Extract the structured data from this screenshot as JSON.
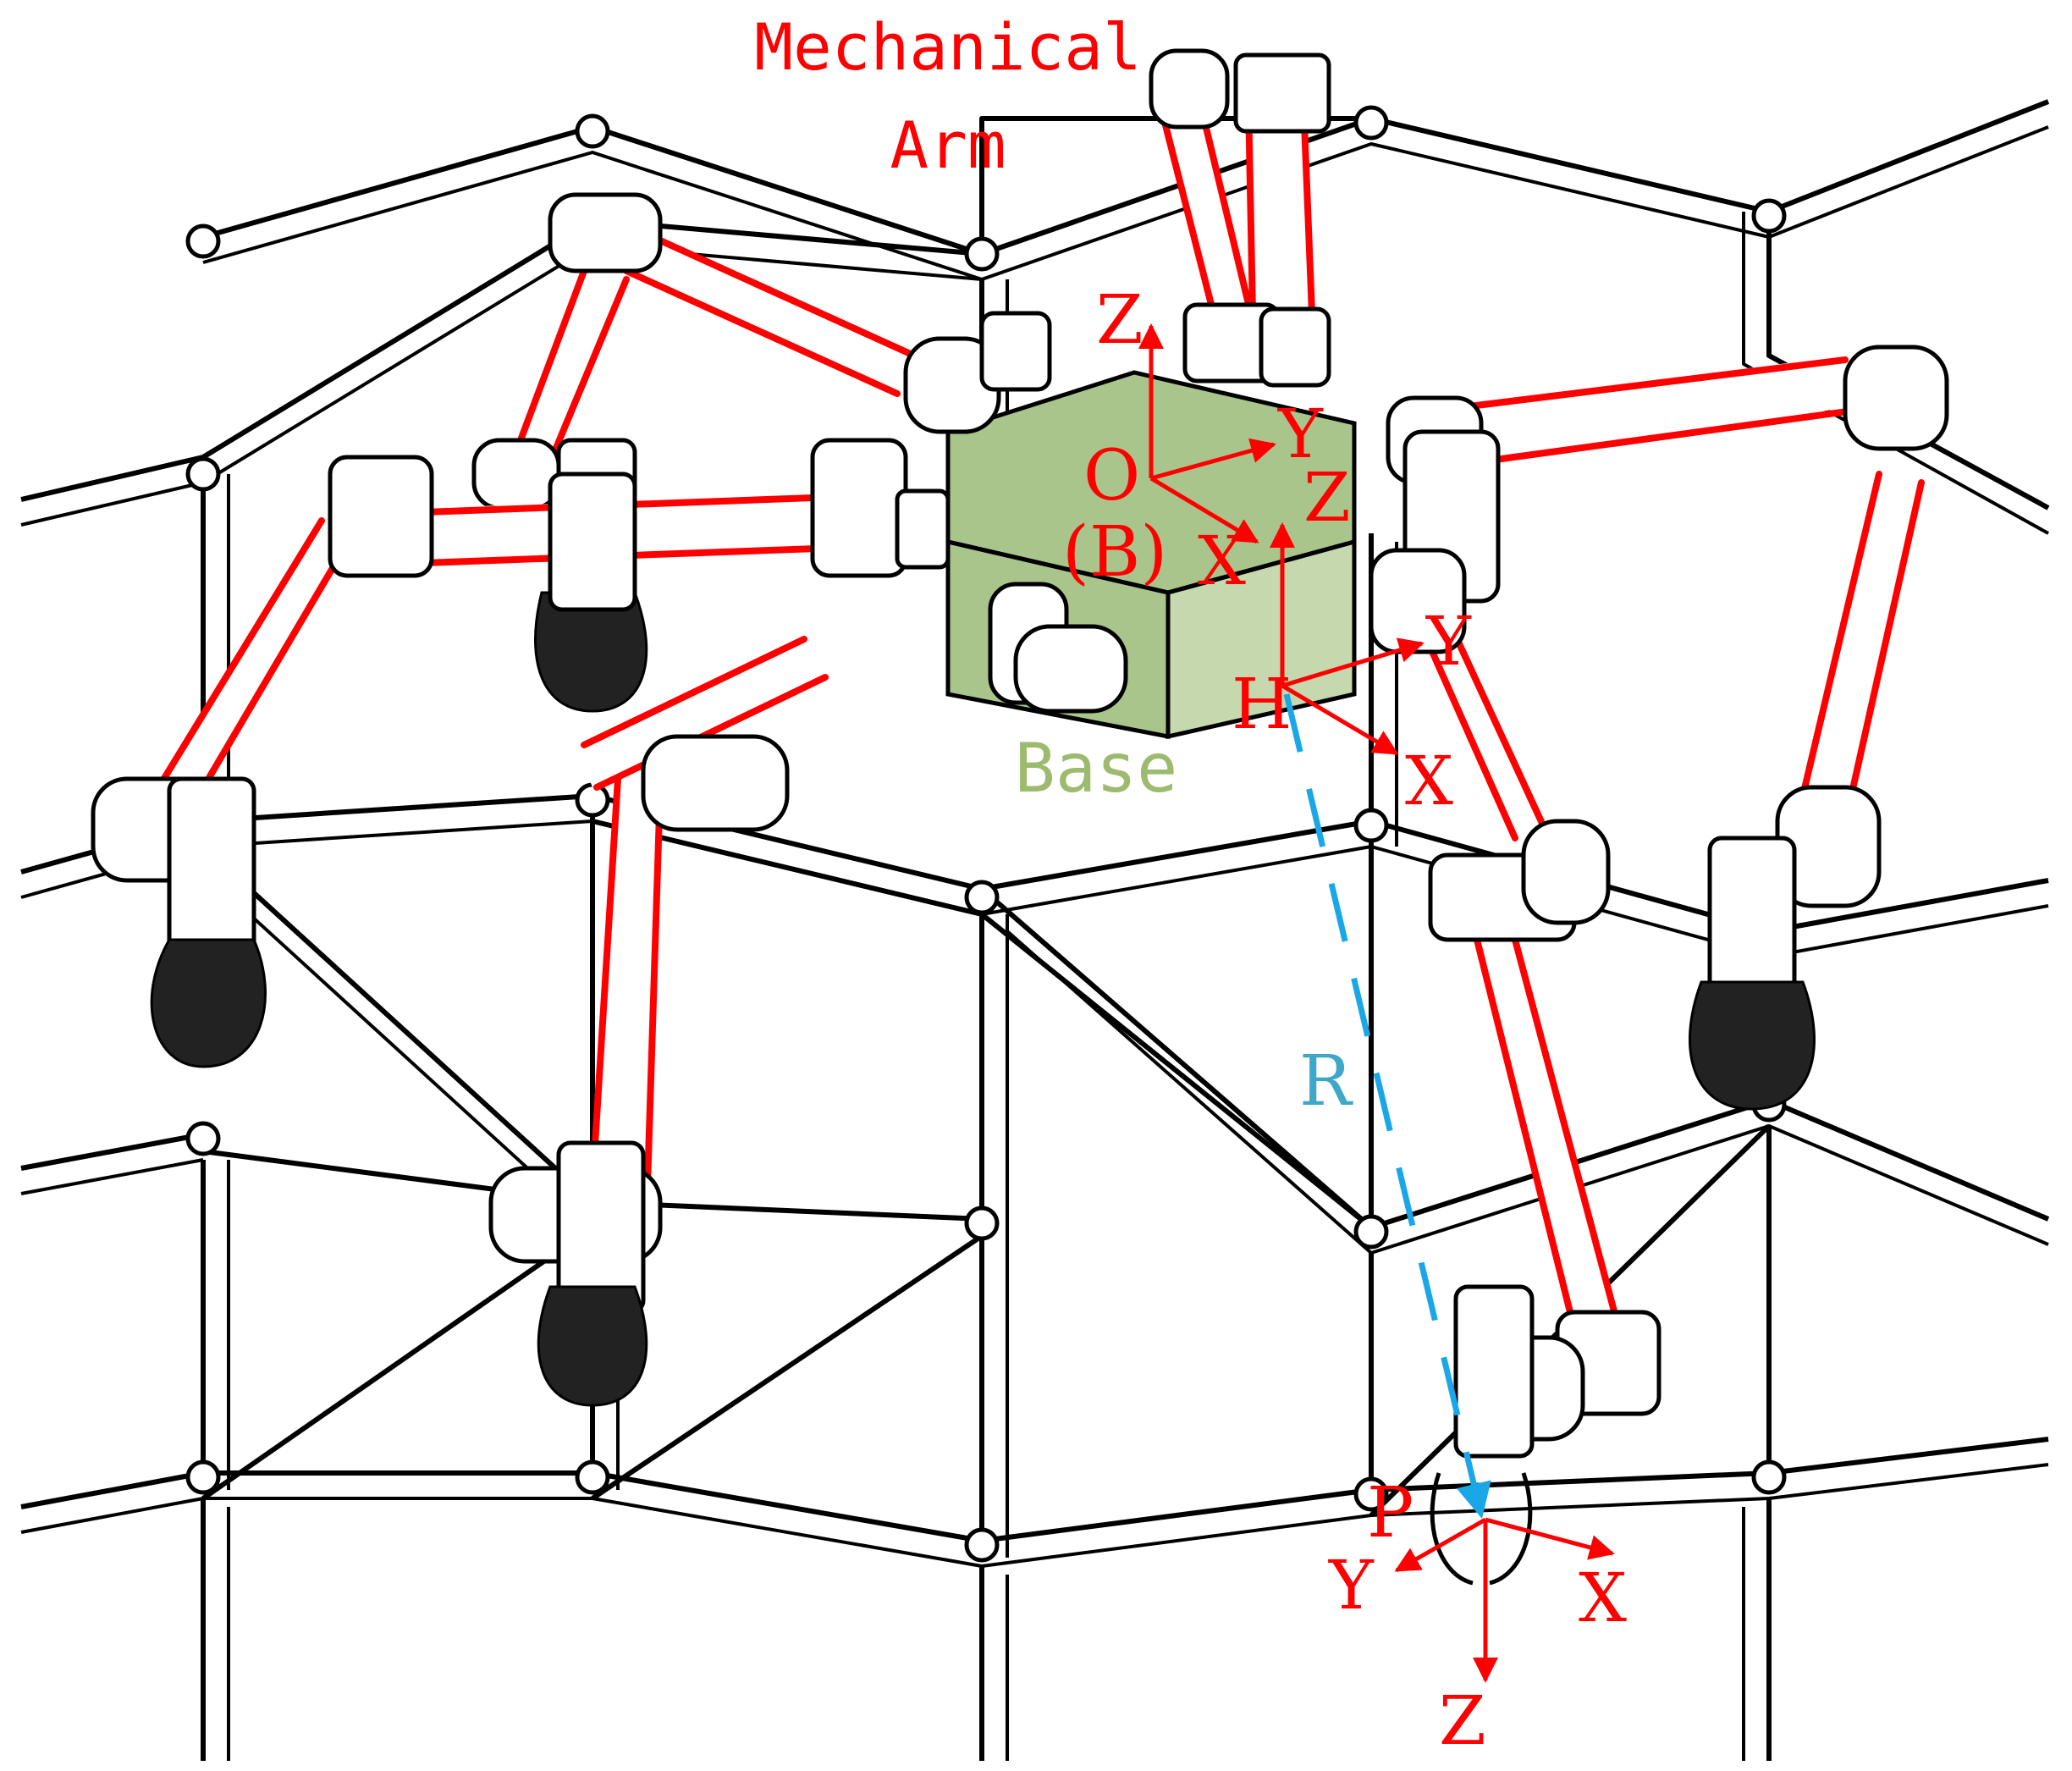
{
  "labels": {
    "arm_line1": "Mechanical",
    "arm_line2": "Arm",
    "base": "Base",
    "origin_o": "O",
    "origin_b": "(B)",
    "frame_o_z": "Z",
    "frame_o_y": "Y",
    "frame_o_x": "X",
    "frame_h_z": "Z",
    "frame_h_y": "Y",
    "frame_h_x": "X",
    "frame_h": "H",
    "radius": "R",
    "frame_p": "P",
    "frame_p_y": "Y",
    "frame_p_x": "X",
    "frame_p_z": "Z"
  },
  "colors": {
    "arm": "#ff0000",
    "base": "#a9c58c",
    "radius_line": "#1aa7e8",
    "truss": "#000000"
  }
}
